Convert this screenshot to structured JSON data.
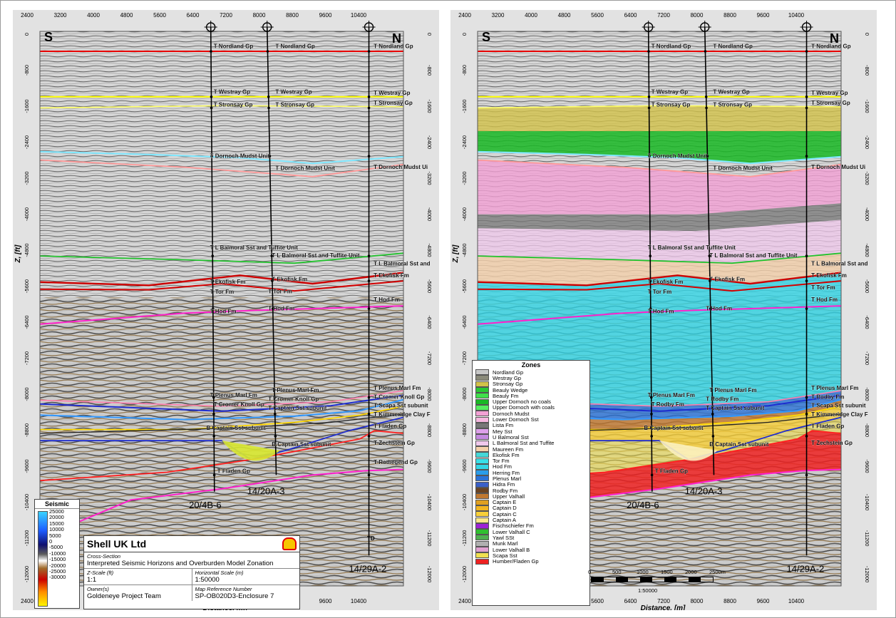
{
  "horizontal_ticks": [
    "2400",
    "3200",
    "4000",
    "4800",
    "5600",
    "6400",
    "7200",
    "8000",
    "8800",
    "9600",
    "10400"
  ],
  "depth_ticks": [
    "0",
    "-800",
    "-1600",
    "-2400",
    "-3200",
    "-4000",
    "-4800",
    "-5600",
    "-6400",
    "-7200",
    "-8000",
    "-8800",
    "-9600",
    "-10400",
    "-11200",
    "-12000"
  ],
  "x_axis_label": "Distance, [m]",
  "y_axis_label": "Z, [ft]",
  "compass": {
    "left": "S",
    "right": "N"
  },
  "wells": [
    "20/4B-6",
    "14/20A-3",
    "14/29A-2"
  ],
  "well_td_label": "TD",
  "horizon_colors": {
    "nordland": "#e80000",
    "westray": "#ffff00",
    "stronsay": "#ffff66",
    "dornoch": "#7fe8ff",
    "dornoch2": "#ff9999",
    "balmoral": "#22c22e",
    "ekofisk": "#cc0000",
    "tor": "#d20000",
    "hod": "#ff22cc",
    "plenus": "#ff7fb0",
    "cromer": "#1e2ccf",
    "captain": "#3399ff",
    "scapa": "#ffd700",
    "kimm": "#202020",
    "fladen": "#ff2020"
  },
  "left_panel": {
    "title": "Seismic cross-section",
    "labels": {
      "nordland_a": "T Nordland Gp",
      "nordland_b": "T Nordland Gp",
      "nordland_c": "T Nordland Gp",
      "westray_a": "T Westray Gp",
      "westray_b": "T Westray Gp",
      "westray_c": "T Westray Gp",
      "stronsay_a": "T Stronsay Gp",
      "stronsay_b": "T Stronsay Gp",
      "stronsay_c": "T Stronsay Gp",
      "dornoch_a": "T Dornoch Mudst Unit",
      "dornoch_b": "T Dornoch Mudst Unit",
      "dornoch_c": "T Dornoch Mudst Ui",
      "balmoral_a": "T L Balmoral Sst and Tuffite Unit",
      "balmoral_b": "T L Balmoral Sst and Tuffite Unit",
      "balmoral_c": "T L Balmoral Sst and",
      "ekofisk_a": "T Ekofisk Fm",
      "ekofisk_b": "T Ekofisk Fm",
      "ekofisk_c": "T Ekofisk Fm",
      "tor_a": "T Tor Fm",
      "tor_b": "T Tor Fm",
      "hod_a": "T Hod Fm",
      "hod_b": "T Hod Fm",
      "hod_c": "T Hod Fm",
      "plenus_a": "T Plenus Marl Fm",
      "plenus_b": "T Plenus Marl Fm",
      "plenus_c": "T Plenus Marl Fm",
      "cromer_a": "T Cromer Knoll Gp",
      "cromer_b": "T Cromer Knoll Gp",
      "cromer_c": "T Cromer Knoll Gp",
      "captain_b": "T Captain Sst subunit",
      "scapa_c": "T Scapa Sst subunit",
      "kimm_c": "T Kimmeridge Clay F",
      "bcaptain_a": "B Captain Sst subunit",
      "bcaptain_b": "B Captain Sst subunit",
      "fladen_a": "T Fladen Gp",
      "fladen_c": "T Fladen Gp",
      "zech_c": "T Zechstein Gp",
      "rot_c": "T Rotliegend Gp"
    },
    "seismic_legend": {
      "title": "Seismic",
      "values": [
        "25000",
        "20000",
        "15000",
        "10000",
        "5000",
        "0",
        "-5000",
        "-10000",
        "-15000",
        "-20000",
        "-25000",
        "-30000"
      ]
    },
    "title_block": {
      "company": "Shell UK Ltd",
      "section_caption": "Cross-Section",
      "section_title": "Interpreted Seismic Horizons and Overburden Model Zonation",
      "zscale_caption": "Z-Scale (ft)",
      "zscale_value": "1:1",
      "hscale_caption": "Horizontal Scale (m)",
      "hscale_value": "1:50000",
      "owner_caption": "Owner(s)",
      "owner_value": "Goldeneye Project Team",
      "mapref_caption": "Map Reference Number",
      "mapref_value": "SP-OB020D3-Enclosure 7"
    }
  },
  "right_panel": {
    "title": "Overburden model zonation",
    "labels": {
      "nordland_a": "T Nordland Gp",
      "nordland_b": "T Nordland Gp",
      "nordland_c": "T Nordland Gp",
      "westray_a": "T Westray Gp",
      "westray_b": "T Westray Gp",
      "westray_c": "T Westray Gp",
      "stronsay_a": "T Stronsay Gp",
      "stronsay_b": "T Stronsay Gp",
      "stronsay_c": "T Stronsay Gp",
      "dornoch_a": "T Dornoch Mudst Unit",
      "dornoch_b": "T Dornoch Mudst Unit",
      "dornoch_c": "T Dornoch Mudst Ui",
      "balmoral_a": "T L Balmoral Sst and Tuffite Unit",
      "balmoral_b": "T L Balmoral Sst and Tuffite Unit",
      "balmoral_c": "T L Balmoral Sst and",
      "ekofisk_a": "T Ekofisk Fm",
      "ekofisk_b": "T Ekofisk Fm",
      "ekofisk_c": "T Ekofisk Fm",
      "tor_a": "T Tor Fm",
      "tor_c": "T Tor Fm",
      "hod_a": "T Hod Fm",
      "hod_b": "T Hod Fm",
      "hod_c": "T Hod Fm",
      "plenus_a": "T Plenus Marl Fm",
      "plenus_b": "T Plenus Marl Fm",
      "plenus_c": "T Plenus Marl Fm",
      "rodby_a": "T Rodby Fm",
      "rodby_b": "T Rodby Fm",
      "rodby_c": "T Rodby Fm",
      "captain_b": "T Captain Sst subunit",
      "scapa_c": "T Scapa Sst subunit",
      "kimm_c": "T Kimmeridge Clay F",
      "bcaptain_a": "B Captain Sst subunit",
      "bcaptain_b": "B Captain Sst subunit",
      "fladen_a": "T Fladen Gp",
      "fladen_c": "T Fladen Gp",
      "zech_c": "T Zechstein Gp"
    },
    "zones_legend": {
      "title": "Zones",
      "items": [
        {
          "name": "Nordland Gp",
          "color": "#c8c8c8"
        },
        {
          "name": "Westray Gp",
          "color": "#8a8a7a"
        },
        {
          "name": "Stronsay Gp",
          "color": "#d2c24a"
        },
        {
          "name": "Beauly Wedge",
          "color": "#29c933"
        },
        {
          "name": "Beauly Fm",
          "color": "#3fe04a"
        },
        {
          "name": "Upper Dornoch no coals",
          "color": "#19b825"
        },
        {
          "name": "Upper Dornoch with coals",
          "color": "#55ee5e"
        },
        {
          "name": "Dornoch Mudst",
          "color": "#f2a0d4"
        },
        {
          "name": "Lower Dornoch Sst",
          "color": "#f7b7e0"
        },
        {
          "name": "Lista Fm",
          "color": "#777777"
        },
        {
          "name": "Mey Sst",
          "color": "#dda0ea"
        },
        {
          "name": "U Balmoral Sst",
          "color": "#c48ae0"
        },
        {
          "name": "L Balmoral Sst and Tuffite",
          "color": "#f0c8ec"
        },
        {
          "name": "Maureen Fm",
          "color": "#f4d0aa"
        },
        {
          "name": "Ekofisk Fm",
          "color": "#45d8d8"
        },
        {
          "name": "Tor Fm",
          "color": "#38e0e8"
        },
        {
          "name": "Hod Fm",
          "color": "#33d6e6"
        },
        {
          "name": "Herring Fm",
          "color": "#2a9dea"
        },
        {
          "name": "Plenus Marl",
          "color": "#2b73d8"
        },
        {
          "name": "Hidra Fm",
          "color": "#3a60c8"
        },
        {
          "name": "Rodby Fm",
          "color": "#6b4422"
        },
        {
          "name": "Upper Valhall",
          "color": "#c07830"
        },
        {
          "name": "Captain E",
          "color": "#e0a020"
        },
        {
          "name": "Captain D",
          "color": "#f2b521"
        },
        {
          "name": "Captain C",
          "color": "#f8d038"
        },
        {
          "name": "Captain A",
          "color": "#fbe98a"
        },
        {
          "name": "Fischschiefer Fm",
          "color": "#9e22d6"
        },
        {
          "name": "Lower Valhall C",
          "color": "#30c030"
        },
        {
          "name": "Yawl SSt",
          "color": "#50b050"
        },
        {
          "name": "Munk Marl",
          "color": "#b0b0b0"
        },
        {
          "name": "Lower Valhall B",
          "color": "#e0a0d0"
        },
        {
          "name": "Scapa Sst",
          "color": "#f0e050"
        },
        {
          "name": "Humber/Fladen Gp",
          "color": "#ee2222"
        }
      ]
    },
    "scale_bar": {
      "ticks": [
        "0",
        "500",
        "1000",
        "1500",
        "2000",
        "2500m"
      ],
      "ratio": "1:50000"
    }
  }
}
